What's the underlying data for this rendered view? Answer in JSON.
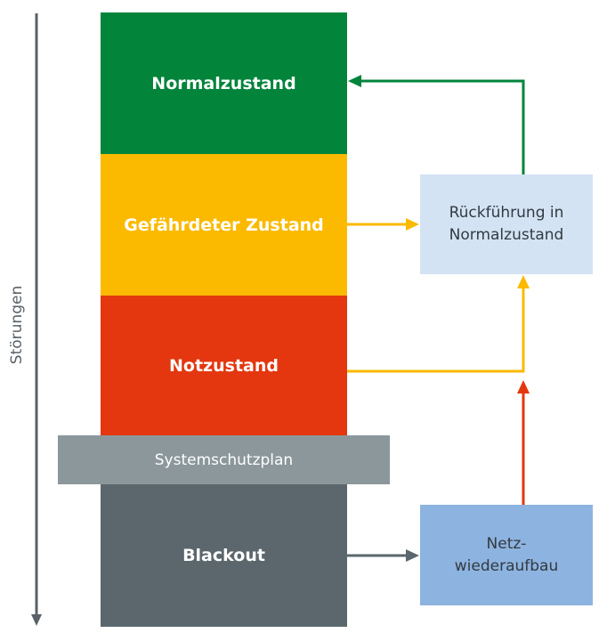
{
  "states": {
    "normal": {
      "label": "Normalzustand",
      "color": "#02843b"
    },
    "endangered": {
      "label": "Gefährdeter Zustand",
      "color": "#fbba00"
    },
    "emergency": {
      "label": "Notzustand",
      "color": "#e4370f"
    },
    "protection": {
      "label": "Systemschutzplan",
      "color": "#8b979b"
    },
    "blackout": {
      "label": "Blackout",
      "color": "#5b676c"
    }
  },
  "recovery_box": {
    "line1": "Rückführung in",
    "line2": "Normalzustand",
    "color": "#d3e3f4"
  },
  "restore_box": {
    "line1": "Netz-",
    "line2": "wiederaufbau",
    "color": "#8db3e0"
  },
  "disturbance_axis": {
    "label": "Störungen",
    "color": "#5a6168"
  },
  "arrow_colors": {
    "return_normal": "#02843b",
    "endangered_to_recovery": "#fbba00",
    "emergency_to_recovery": "#fbba00",
    "restore_to_recovery": "#e4370f",
    "blackout_to_restore": "#5b676c"
  }
}
